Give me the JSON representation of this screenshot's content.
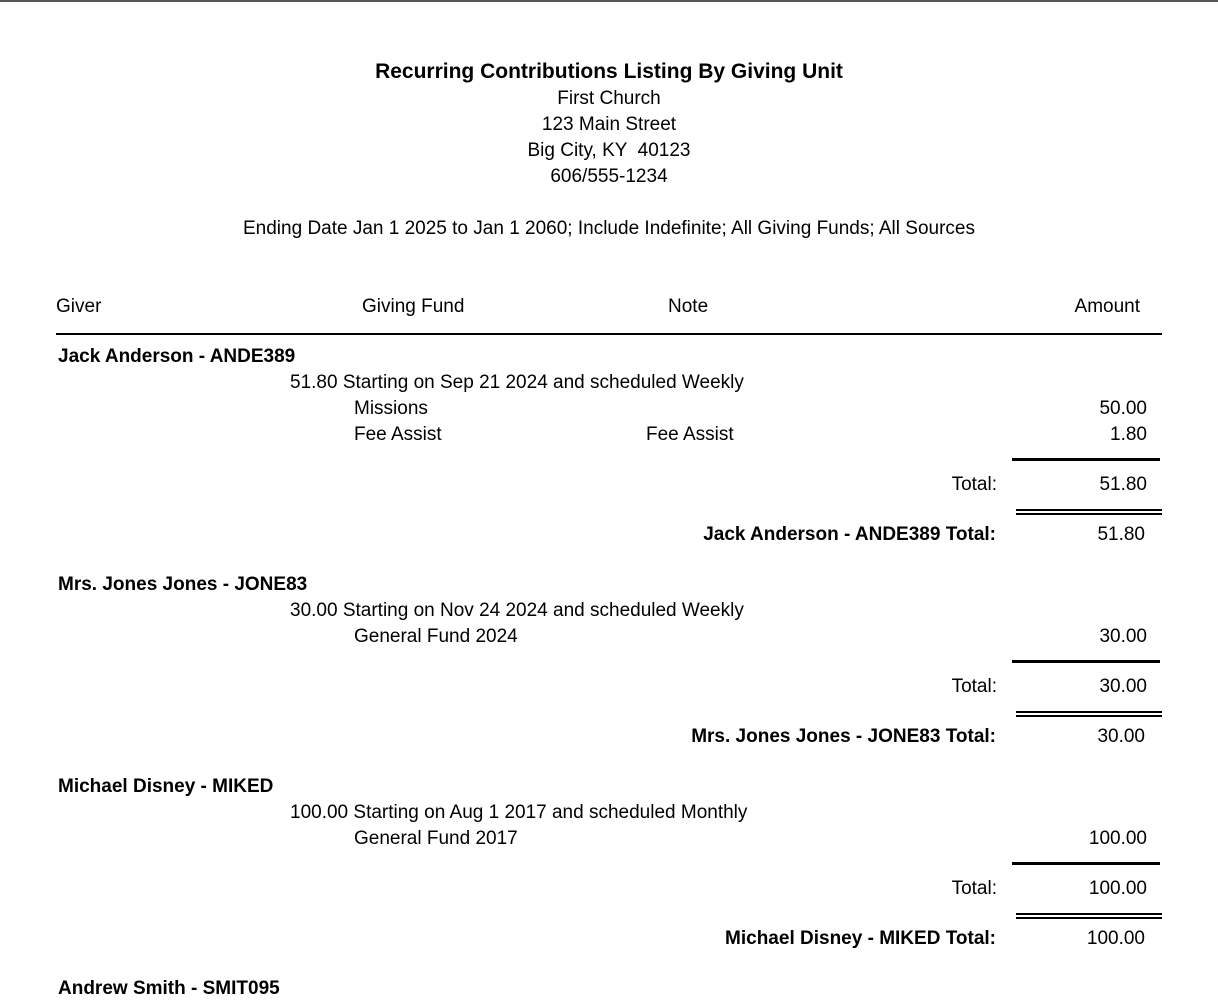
{
  "report": {
    "title": "Recurring Contributions Listing By Giving Unit",
    "org_name": "First Church",
    "address1": "123 Main Street",
    "address2": "Big City, KY  40123",
    "phone": "606/555-1234",
    "criteria": "Ending Date Jan 1 2025 to Jan 1 2060; Include Indefinite; All Giving Funds; All Sources"
  },
  "columns": {
    "giver": "Giver",
    "fund": "Giving Fund",
    "note": "Note",
    "amount": "Amount"
  },
  "total_label": "Total:",
  "units": [
    {
      "name": "Jack Anderson - ANDE389",
      "schedule": "51.80 Starting on Sep 21 2024 and scheduled Weekly",
      "lines": [
        {
          "fund": "Missions",
          "note": "",
          "amount": "50.00"
        },
        {
          "fund": "Fee Assist",
          "note": "Fee Assist",
          "amount": "1.80"
        }
      ],
      "total": "51.80",
      "unit_total_label": "Jack Anderson - ANDE389 Total:",
      "unit_total": "51.80"
    },
    {
      "name": "Mrs. Jones Jones - JONE83",
      "schedule": "30.00 Starting on Nov 24 2024 and scheduled Weekly",
      "lines": [
        {
          "fund": "General Fund 2024",
          "note": "",
          "amount": "30.00"
        }
      ],
      "total": "30.00",
      "unit_total_label": "Mrs. Jones Jones - JONE83 Total:",
      "unit_total": "30.00"
    },
    {
      "name": "Michael Disney - MIKED",
      "schedule": "100.00 Starting on Aug 1 2017 and scheduled Monthly",
      "lines": [
        {
          "fund": "General Fund 2017",
          "note": "",
          "amount": "100.00"
        }
      ],
      "total": "100.00",
      "unit_total_label": "Michael Disney - MIKED Total:",
      "unit_total": "100.00"
    },
    {
      "name": "Andrew Smith - SMIT095"
    }
  ]
}
